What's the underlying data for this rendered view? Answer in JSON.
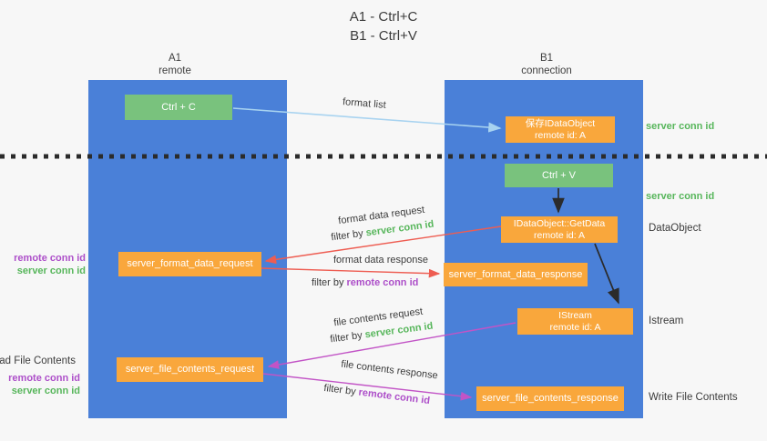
{
  "title": {
    "line1": "A1 - Ctrl+C",
    "line2": "B1 - Ctrl+V"
  },
  "lanes": {
    "left": {
      "title": "A1",
      "subtitle": "remote"
    },
    "right": {
      "title": "B1",
      "subtitle": "connection"
    }
  },
  "nodes": {
    "ctrl_c": {
      "label": "Ctrl + C"
    },
    "save_idataobject": {
      "line1": "保存IDataObject",
      "line2": "remote id: A"
    },
    "ctrl_v": {
      "label": "Ctrl + V"
    },
    "getdata": {
      "line1": "IDataObject::GetData",
      "line2": "remote id: A"
    },
    "server_format_data_request": {
      "label": "server_format_data_request"
    },
    "server_format_data_response": {
      "label": "server_format_data_response"
    },
    "istream": {
      "line1": "IStream",
      "line2": "remote id: A"
    },
    "server_file_contents_request": {
      "label": "server_file_contents_request"
    },
    "server_file_contents_response": {
      "label": "server_file_contents_response"
    }
  },
  "annotations": {
    "right_server_conn_id_1": "server conn id",
    "right_server_conn_id_2": "server conn id",
    "dataobject": "DataObject",
    "istream_side": "Istream",
    "write_file_contents": "Write File Contents",
    "read_file_contents": "Read File Contents",
    "left_remote_conn_id_1": "remote conn id",
    "left_server_conn_id_1": "server conn id",
    "left_remote_conn_id_2": "remote conn id",
    "left_server_conn_id_2": "server conn id"
  },
  "arrow_labels": {
    "format_list": "format list",
    "format_data_request": "format data request",
    "filter_by_1": "filter by ",
    "filter_value_1": "server conn id",
    "format_data_response": "format data response",
    "filter_by_2": "filter by ",
    "filter_value_2": "remote conn id",
    "file_contents_request": "file contents request",
    "filter_by_3": "filter by ",
    "filter_value_3": "server conn id",
    "file_contents_response": "file contents response",
    "filter_by_4": "filter by ",
    "filter_value_4": "remote conn id"
  },
  "colors": {
    "lane": "#4a80d8",
    "green_box": "#79c27d",
    "orange_box": "#f9a73c",
    "arrow_blue": "#a8d3f0",
    "arrow_red": "#ee5d52",
    "arrow_magenta": "#c254c6",
    "arrow_black": "#2b2b2b",
    "text_green": "#57b65b",
    "text_purple": "#ad4fc9",
    "text_dark": "#3c3c3c",
    "background": "#f7f7f7"
  }
}
